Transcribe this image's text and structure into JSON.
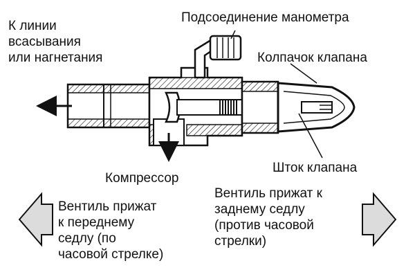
{
  "labels": {
    "suction_line": "К линии\nвсасывания\nили нагнетания",
    "gauge_connection": "Подсоединение манометра",
    "valve_cap": "Колпачок клапана",
    "compressor": "Компрессор",
    "valve_stem": "Шток клапана",
    "front_seat": "Вентиль прижат\nк переднему\nседлу (по\nчасовой стрелке)",
    "back_seat": "Вентиль прижат к\nзаднему седлу\n(против часовой\nстрелки)"
  },
  "colors": {
    "ink": "#111111",
    "arrow_fill": "#dcdcdc"
  },
  "icons": {
    "left": "arrow-left-outline-icon",
    "right": "arrow-right-outline-icon"
  }
}
